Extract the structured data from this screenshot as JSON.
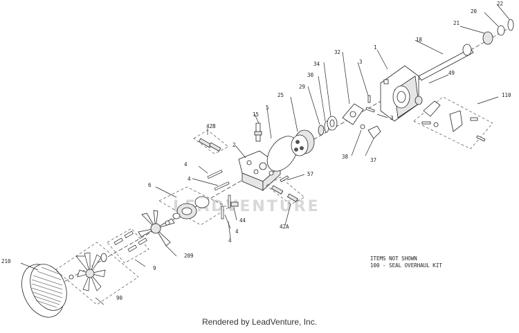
{
  "watermark": "LEADVENTURE",
  "footer": "Rendered by LeadVenture, Inc.",
  "notes": [
    "ITEMS NOT SHOWN",
    "100 - SEAL OVERHAUL KIT"
  ],
  "callouts": {
    "c1": "1",
    "c2": "2",
    "c3a": "3",
    "c3b": "3",
    "c4a": "4",
    "c4b": "4",
    "c4c": "4",
    "c4d": "4",
    "c4e": "4",
    "c5": "5",
    "c6": "6",
    "c9": "9",
    "c15": "15",
    "c18": "18",
    "c20": "20",
    "c21": "21",
    "c22": "22",
    "c25": "25",
    "c29": "29",
    "c30": "30",
    "c32": "32",
    "c34": "34",
    "c37": "37",
    "c38": "38",
    "c42A": "42A",
    "c42B": "42B",
    "c44": "44",
    "c49": "49",
    "c57": "57",
    "c90": "90",
    "c110": "110",
    "c209": "209",
    "c210": "210"
  }
}
